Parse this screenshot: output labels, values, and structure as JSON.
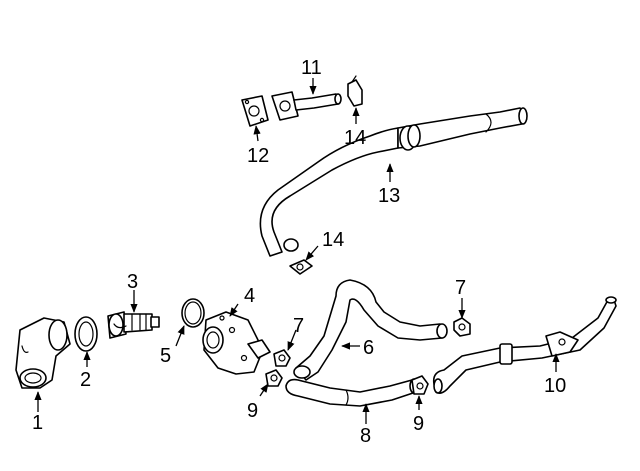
{
  "callouts": {
    "p1": "1",
    "p2": "2",
    "p3": "3",
    "p4": "4",
    "p5": "5",
    "p6": "6",
    "p7a": "7",
    "p7b": "7",
    "p8": "8",
    "p9a": "9",
    "p9b": "9",
    "p10": "10",
    "p11": "11",
    "p12": "12",
    "p13": "13",
    "p14a": "14",
    "p14b": "14"
  }
}
